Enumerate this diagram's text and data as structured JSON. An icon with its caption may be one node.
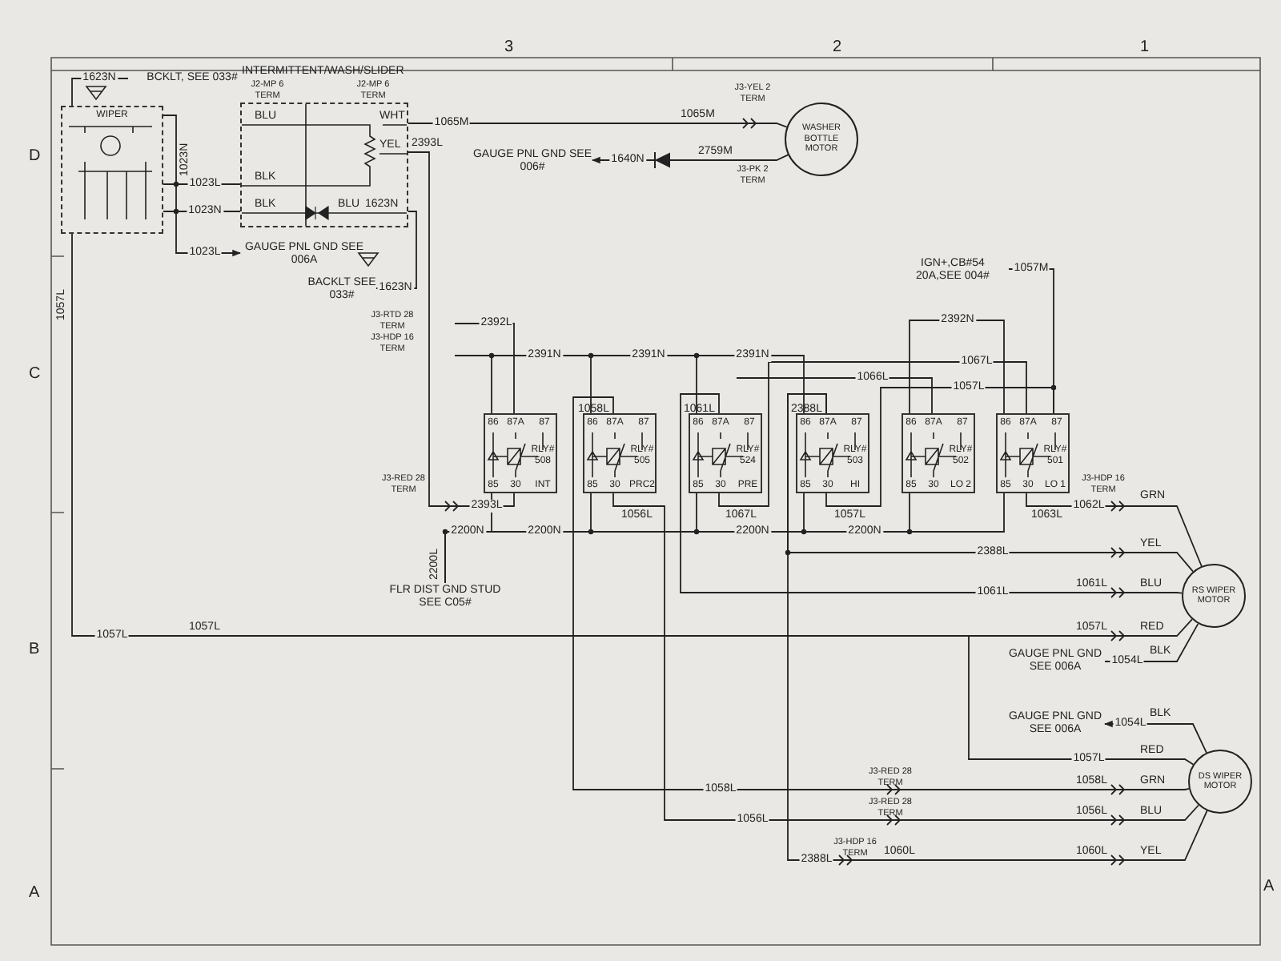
{
  "diagram": {
    "nodes": [
      {
        "text": [
          "BCKLT, SEE 033#"
        ]
      },
      {
        "text": [
          "WIPER"
        ]
      },
      {
        "text": [
          "INTERMITTENT/WASH/SLIDER",
          "BLU",
          "WHT",
          "YEL",
          "BLK",
          "BLK",
          "BLU"
        ]
      },
      {
        "text": [
          "WASHER BOTTLE MOTOR"
        ]
      },
      {
        "text": [
          "GAUGE PNL GND SEE 006#"
        ]
      },
      {
        "text": [
          "GAUGE PNL GND SEE 006A"
        ]
      },
      {
        "text": [
          "BACKLT SEE 033#"
        ]
      },
      {
        "text": [
          "IGN+,CB#54 20A,SEE 004#"
        ]
      },
      {
        "text": [
          "86",
          "87A",
          "87",
          "RLY# 508",
          "85",
          "30",
          "INT"
        ]
      },
      {
        "text": [
          "86",
          "87A",
          "87",
          "RLY# 505",
          "85",
          "30",
          "PRC2"
        ]
      },
      {
        "text": [
          "86",
          "87A",
          "87",
          "RLY# 524",
          "85",
          "30",
          "PRE"
        ]
      },
      {
        "text": [
          "86",
          "87A",
          "87",
          "RLY# 503",
          "85",
          "30",
          "HI"
        ]
      },
      {
        "text": [
          "86",
          "87A",
          "87",
          "RLY# 502",
          "85",
          "30",
          "LO 2"
        ]
      },
      {
        "text": [
          "86",
          "87A",
          "87",
          "RLY# 501",
          "85",
          "30",
          "LO 1"
        ]
      },
      {
        "text": [
          "FLR DIST GND STUD SEE C05#"
        ]
      },
      {
        "text": [
          "RS WIPER MOTOR"
        ]
      },
      {
        "text": [
          "GAUGE PNL GND SEE 006A"
        ]
      },
      {
        "text": [
          "GAUGE PNL GND SEE 006A"
        ]
      },
      {
        "text": [
          "DS WIPER MOTOR"
        ]
      }
    ],
    "edges": [
      {
        "from": 1,
        "to": 0,
        "arrow": "none",
        "label": "1623N"
      },
      {
        "from": 2,
        "to": 3,
        "arrow": "to",
        "label": "1065M"
      },
      {
        "from": 3,
        "to": 4,
        "arrow": "to",
        "label": "1640N"
      },
      {
        "from": 1,
        "to": 5,
        "arrow": "to",
        "label": "1023L"
      },
      {
        "from": 1,
        "to": 2,
        "arrow": "none",
        "label": "1023L"
      },
      {
        "from": 1,
        "to": 2,
        "arrow": "none",
        "label": "1023N"
      },
      {
        "from": 2,
        "to": 6,
        "arrow": "none",
        "label": "1623N"
      },
      {
        "from": 2,
        "to": 8,
        "arrow": "to",
        "label": "2393L"
      },
      {
        "from": 7,
        "to": 13,
        "arrow": "none",
        "label": "1057M"
      },
      {
        "from": 1,
        "to": 15,
        "arrow": "to",
        "label": "1057L"
      },
      {
        "from": 8,
        "to": 14,
        "arrow": "none",
        "label": "2200N"
      },
      {
        "from": 9,
        "to": 14,
        "arrow": "none",
        "label": "2200N"
      },
      {
        "from": 10,
        "to": 14,
        "arrow": "none"
      },
      {
        "from": 11,
        "to": 14,
        "arrow": "none",
        "label": "2200N"
      },
      {
        "from": 12,
        "to": 14,
        "arrow": "none",
        "label": "2200N"
      },
      {
        "from": 13,
        "to": 14,
        "arrow": "none"
      },
      {
        "from": 8,
        "to": null,
        "arrow": "none"
      },
      {
        "from": 9,
        "to": null,
        "arrow": "none",
        "label": "2391N"
      },
      {
        "from": 10,
        "to": null,
        "arrow": "none",
        "label": "2391N"
      },
      {
        "from": 11,
        "to": null,
        "arrow": "none",
        "label": "2391N"
      },
      {
        "from": 8,
        "to": null,
        "arrow": "none",
        "label": "2392L"
      },
      {
        "from": 12,
        "to": 13,
        "arrow": "none",
        "label": "2392N"
      },
      {
        "from": 10,
        "to": 13,
        "arrow": "none",
        "label": "1067L"
      },
      {
        "from": null,
        "to": 12,
        "arrow": "none",
        "label": "1066L"
      },
      {
        "from": 11,
        "to": 13,
        "arrow": "none",
        "label": "1057L"
      },
      {
        "from": 13,
        "to": 15,
        "arrow": "to",
        "label": "1062L"
      },
      {
        "from": 11,
        "to": 15,
        "arrow": "to",
        "label": "2388L"
      },
      {
        "from": 10,
        "to": 15,
        "arrow": "to",
        "label": "1061L"
      },
      {
        "from": 16,
        "to": 15,
        "arrow": "none",
        "label": "1054L"
      },
      {
        "from": 18,
        "to": 17,
        "arrow": "to",
        "label": "1054L"
      },
      {
        "from": null,
        "to": 18,
        "arrow": "none",
        "label": "1057L"
      },
      {
        "from": 9,
        "to": 18,
        "arrow": "to",
        "label": "1058L"
      },
      {
        "from": 9,
        "to": 18,
        "arrow": "to",
        "label": "1056L"
      },
      {
        "from": 11,
        "to": 18,
        "arrow": "to",
        "label": "2388L"
      }
    ],
    "labels": [
      "3",
      "2",
      "1",
      "D",
      "C",
      "B",
      "A",
      "A",
      "J2-MP 6 TERM",
      "J2-MP 6 TERM",
      "1057L",
      "1023N",
      "1623N",
      "2393L",
      "1065M",
      "J3-YEL 2 TERM",
      "2759M",
      "J3-PK 2 TERM",
      "J3-RTD 28 TERM",
      "J3-HDP 16 TERM",
      "J3-RED 28 TERM",
      "2200L",
      "1058L",
      "1056L",
      "1061L",
      "1067L",
      "2388L",
      "1057L",
      "1063L",
      "J3-HDP 16 TERM",
      "GRN",
      "YEL",
      "1061L",
      "BLU",
      "1057L",
      "1057L",
      "RED",
      "BLK",
      "BLK",
      "RED",
      "1058L",
      "GRN",
      "1056L",
      "BLU",
      "1060L",
      "1060L",
      "YEL",
      "J3-RED 28 TERM",
      "J3-RED 28 TERM",
      "J3-HDP 16 TERM"
    ]
  }
}
